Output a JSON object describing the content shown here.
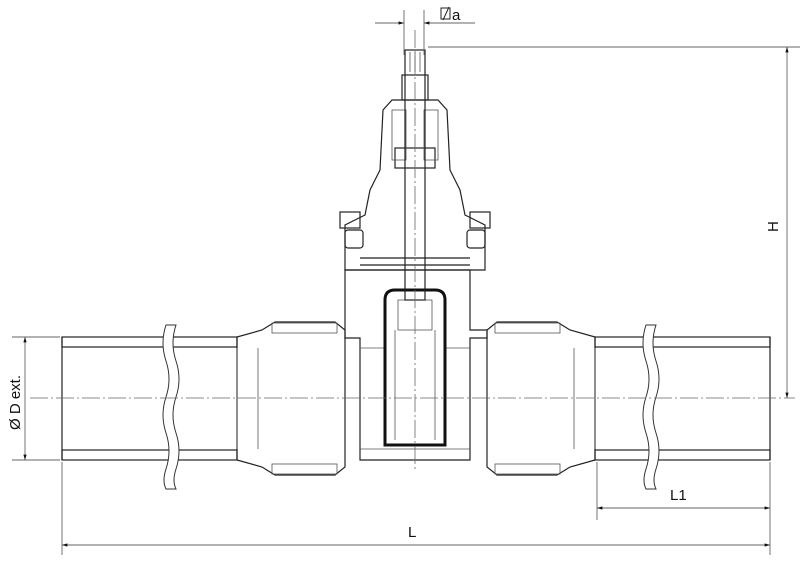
{
  "drawing": {
    "title_hidden": "",
    "labels": {
      "square_a": "a",
      "height": "H",
      "diameter": "D ext.",
      "diameter_symbol": "Ø",
      "length_l1": "L1",
      "length_l": "L"
    }
  }
}
